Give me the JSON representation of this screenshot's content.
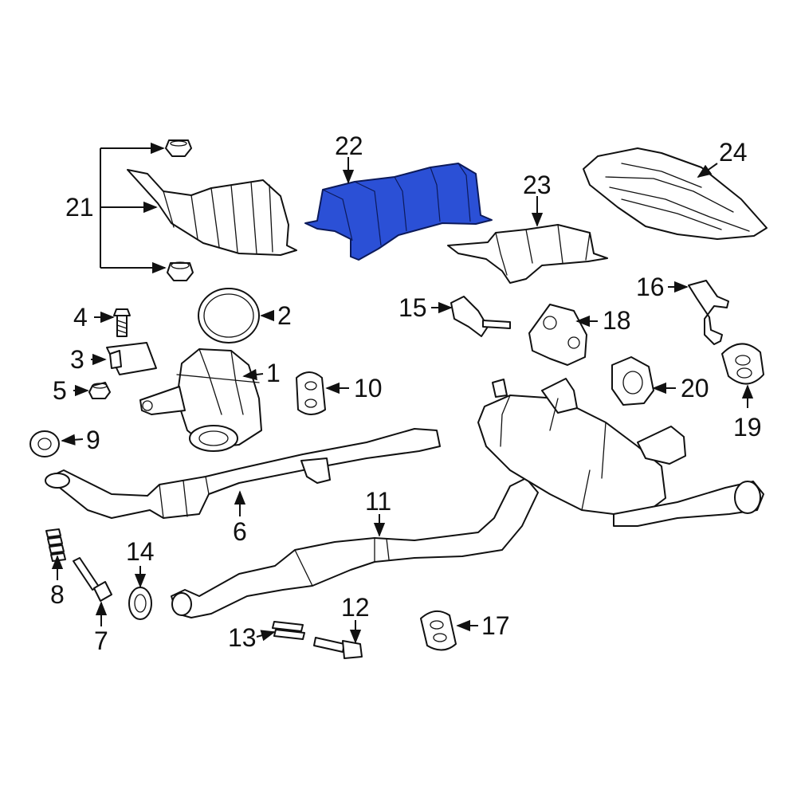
{
  "diagram": {
    "highlight_color": "#2b50d6",
    "callouts": [
      {
        "id": "c1",
        "label": "1"
      },
      {
        "id": "c2",
        "label": "2"
      },
      {
        "id": "c3",
        "label": "3"
      },
      {
        "id": "c4",
        "label": "4"
      },
      {
        "id": "c5",
        "label": "5"
      },
      {
        "id": "c6",
        "label": "6"
      },
      {
        "id": "c7",
        "label": "7"
      },
      {
        "id": "c8",
        "label": "8"
      },
      {
        "id": "c9",
        "label": "9"
      },
      {
        "id": "c10",
        "label": "10"
      },
      {
        "id": "c11",
        "label": "11"
      },
      {
        "id": "c12",
        "label": "12"
      },
      {
        "id": "c13",
        "label": "13"
      },
      {
        "id": "c14",
        "label": "14"
      },
      {
        "id": "c15",
        "label": "15"
      },
      {
        "id": "c16",
        "label": "16"
      },
      {
        "id": "c17",
        "label": "17"
      },
      {
        "id": "c18",
        "label": "18"
      },
      {
        "id": "c19",
        "label": "19"
      },
      {
        "id": "c20",
        "label": "20"
      },
      {
        "id": "c21",
        "label": "21"
      },
      {
        "id": "c22",
        "label": "22"
      },
      {
        "id": "c23",
        "label": "23"
      },
      {
        "id": "c24",
        "label": "24"
      }
    ]
  }
}
